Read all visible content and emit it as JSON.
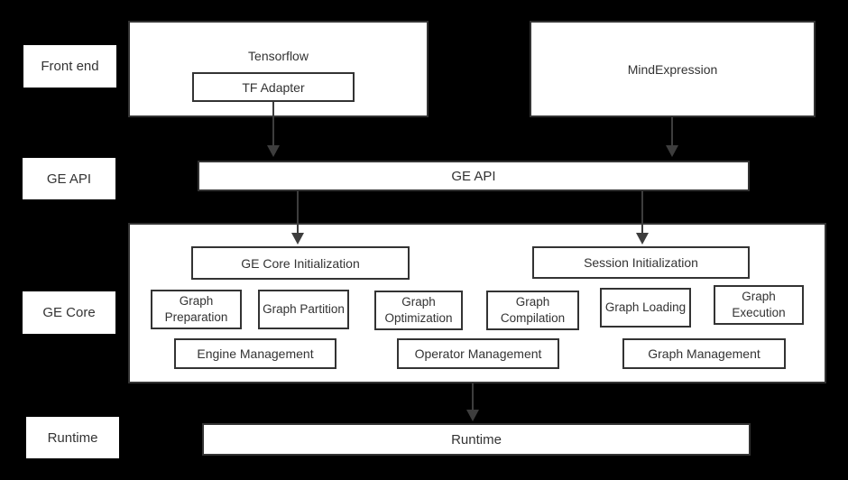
{
  "colors": {
    "background": "#000000",
    "box_fill": "#ffffff",
    "box_border": "#333333",
    "text": "#333333",
    "arrow": "#3d3d3d"
  },
  "row_labels": [
    {
      "label": "Front end"
    },
    {
      "label": "GE API"
    },
    {
      "label": "GE Core"
    },
    {
      "label": "Runtime"
    }
  ],
  "front_end": {
    "tensorflow": "Tensorflow",
    "tf_adapter": "TF Adapter",
    "mindexpression": "MindExpression"
  },
  "ge_api": {
    "label": "GE API"
  },
  "ge_core": {
    "init_left": "GE Core Initialization",
    "init_right": "Session Initialization",
    "stages": [
      "Graph Preparation",
      "Graph Partition",
      "Graph Optimization",
      "Graph Compilation",
      "Graph Loading",
      "Graph Execution"
    ],
    "management": [
      "Engine Management",
      "Operator Management",
      "Graph Management"
    ]
  },
  "runtime": {
    "label": "Runtime"
  }
}
